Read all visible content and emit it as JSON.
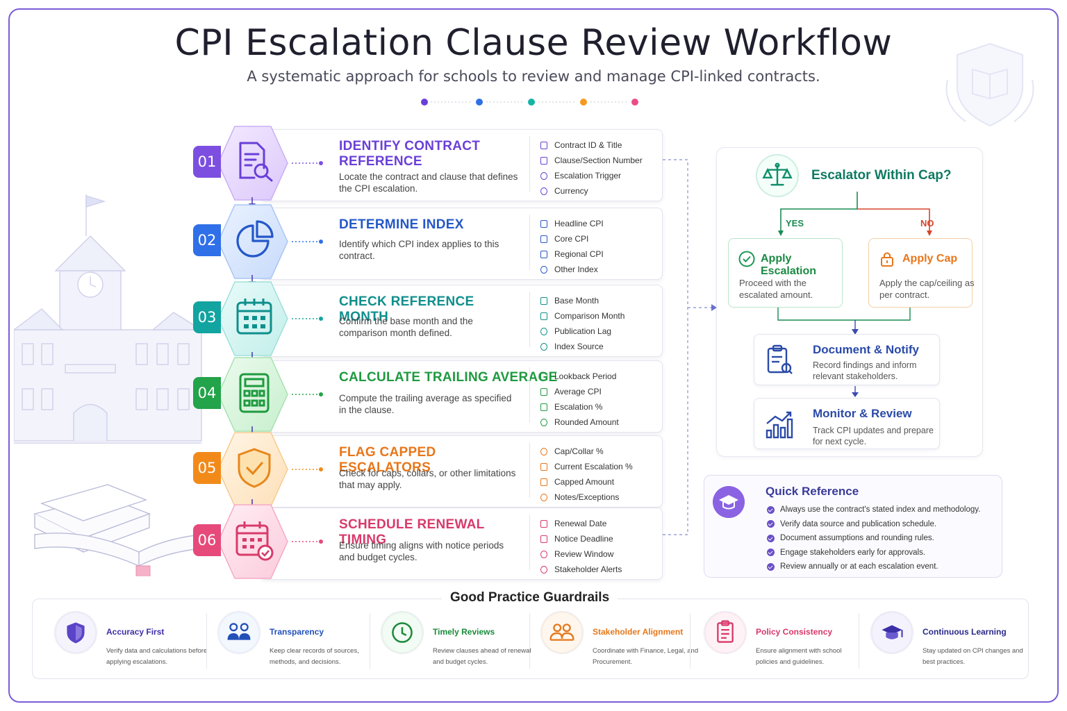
{
  "header": {
    "title": "CPI Escalation Clause Review Workflow",
    "subtitle": "A systematic approach for schools to review and manage CPI-linked contracts."
  },
  "colors": {
    "frame": "#7b5cd6",
    "step1": "#7c4fe0",
    "step2": "#2f6fe8",
    "step3": "#0fa3a3",
    "step4": "#23a34a",
    "step5": "#f28a1a",
    "step6": "#e64a7a"
  },
  "steps": [
    {
      "num": "01",
      "title": "IDENTIFY CONTRACT REFERENCE",
      "desc": "Locate the contract and clause that defines the CPI escalation.",
      "icon": "document-search-icon",
      "items": [
        "Contract ID & Title",
        "Clause/Section Number",
        "Escalation Trigger",
        "Currency"
      ]
    },
    {
      "num": "02",
      "title": "DETERMINE INDEX",
      "desc": "Identify which CPI index applies to this contract.",
      "icon": "pie-chart-icon",
      "items": [
        "Headline CPI",
        "Core CPI",
        "Regional CPI",
        "Other Index"
      ]
    },
    {
      "num": "03",
      "title": "CHECK REFERENCE MONTH",
      "desc": "Confirm the base month and the comparison month defined.",
      "icon": "calendar-icon",
      "items": [
        "Base Month",
        "Comparison Month",
        "Publication Lag",
        "Index Source"
      ]
    },
    {
      "num": "04",
      "title": "CALCULATE TRAILING AVERAGE",
      "desc": "Compute the trailing average as specified in the clause.",
      "icon": "calculator-icon",
      "items": [
        "Lookback Period",
        "Average CPI",
        "Escalation %",
        "Rounded Amount"
      ]
    },
    {
      "num": "05",
      "title": "FLAG CAPPED ESCALATORS",
      "desc": "Check for caps, collars, or other limitations that may apply.",
      "icon": "shield-check-icon",
      "items": [
        "Cap/Collar %",
        "Current Escalation %",
        "Capped Amount",
        "Notes/Exceptions"
      ]
    },
    {
      "num": "06",
      "title": "SCHEDULE RENEWAL TIMING",
      "desc": "Ensure timing aligns with notice periods and budget cycles.",
      "icon": "calendar-check-icon",
      "items": [
        "Renewal Date",
        "Notice Deadline",
        "Review Window",
        "Stakeholder Alerts"
      ]
    }
  ],
  "decision": {
    "title": "Escalator Within Cap?",
    "yes": "YES",
    "no": "NO",
    "yes_title": "Apply Escalation",
    "yes_desc": "Proceed with the escalated amount.",
    "no_title": "Apply Cap",
    "no_desc": "Apply the cap/ceiling as per contract."
  },
  "document": {
    "title": "Document & Notify",
    "desc": "Record findings and inform relevant stakeholders."
  },
  "monitor": {
    "title": "Monitor & Review",
    "desc": "Track CPI updates and prepare for next cycle."
  },
  "quick_reference": {
    "title": "Quick Reference",
    "items": [
      "Always use the contract's stated index and methodology.",
      "Verify data source and publication schedule.",
      "Document assumptions and rounding rules.",
      "Engage stakeholders early for approvals.",
      "Review annually or at each escalation event."
    ]
  },
  "guardrails": {
    "title": "Good Practice Guardrails",
    "items": [
      {
        "title": "Accuracy First",
        "desc": "Verify data and calculations before applying escalations.",
        "color": "#3b2fa8"
      },
      {
        "title": "Transparency",
        "desc": "Keep clear records of sources, methods, and decisions.",
        "color": "#2350b8"
      },
      {
        "title": "Timely Reviews",
        "desc": "Review clauses ahead of renewal and budget cycles.",
        "color": "#1a8a3a"
      },
      {
        "title": "Stakeholder Alignment",
        "desc": "Coordinate with Finance, Legal, and Procurement.",
        "color": "#e6771a"
      },
      {
        "title": "Policy Consistency",
        "desc": "Ensure alignment with school policies and guidelines.",
        "color": "#d8386a"
      },
      {
        "title": "Continuous Learning",
        "desc": "Stay updated on CPI changes and best practices.",
        "color": "#2a2a8a"
      }
    ]
  }
}
